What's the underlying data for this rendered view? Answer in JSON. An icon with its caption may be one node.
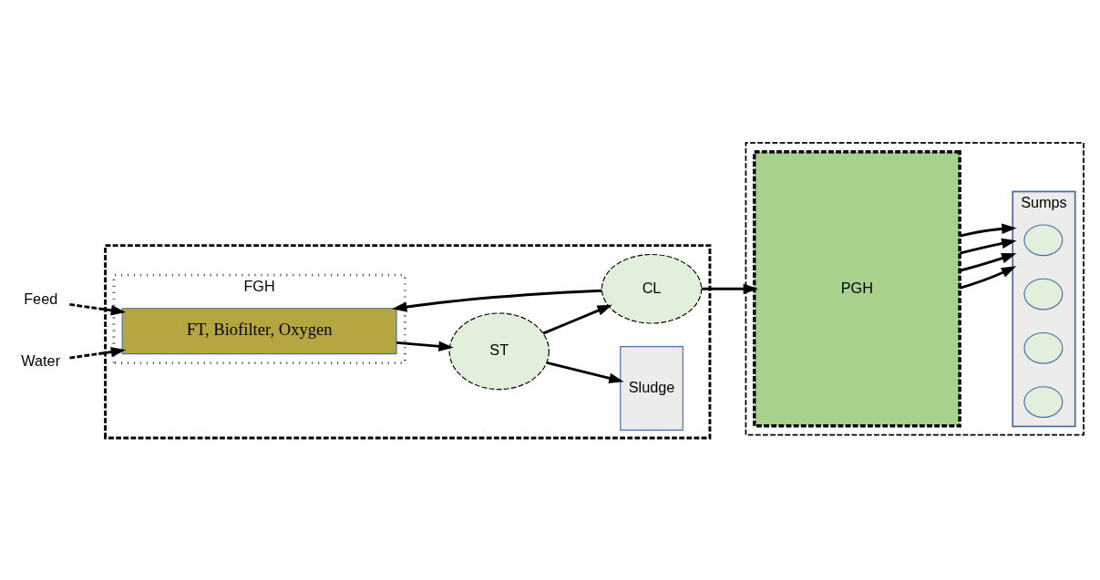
{
  "diagram": {
    "nodes": [
      {
        "text": [],
        "shape": "box"
      },
      {
        "text": [
          "FGH"
        ],
        "in": 0
      },
      {
        "text": [
          "FT, Biofilter, Oxygen"
        ],
        "in": 1
      },
      {
        "text": [
          "Feed"
        ]
      },
      {
        "text": [
          "Water"
        ]
      },
      {
        "text": [
          "ST"
        ],
        "in": 0
      },
      {
        "text": [
          "CL"
        ],
        "in": 0
      },
      {
        "text": [
          "Sludge"
        ],
        "in": 0
      },
      {
        "text": [],
        "shape": "box"
      },
      {
        "text": [
          "PGH"
        ],
        "in": 8
      },
      {
        "text": [
          "Sumps"
        ],
        "in": 8
      },
      {
        "text": [],
        "shape": "circle",
        "in": 10
      },
      {
        "text": [],
        "shape": "circle",
        "in": 10
      },
      {
        "text": [],
        "shape": "circle",
        "in": 10
      },
      {
        "text": [],
        "shape": "circle",
        "in": 10
      }
    ],
    "edges": [
      {
        "from": 3,
        "to": 2,
        "arrow": "to",
        "style": "dashed"
      },
      {
        "from": 4,
        "to": 2,
        "arrow": "to",
        "style": "dashed"
      },
      {
        "from": 2,
        "to": 5,
        "arrow": "to"
      },
      {
        "from": 6,
        "to": 2,
        "arrow": "to"
      },
      {
        "from": 5,
        "to": 6,
        "arrow": "to"
      },
      {
        "from": 5,
        "to": 7,
        "arrow": "to"
      },
      {
        "from": 6,
        "to": 9,
        "arrow": "to"
      },
      {
        "from": 9,
        "to": 10,
        "arrow": "to"
      },
      {
        "from": 9,
        "to": 10,
        "arrow": "to"
      },
      {
        "from": 9,
        "to": 10,
        "arrow": "to"
      },
      {
        "from": 9,
        "to": 10,
        "arrow": "to"
      }
    ]
  }
}
